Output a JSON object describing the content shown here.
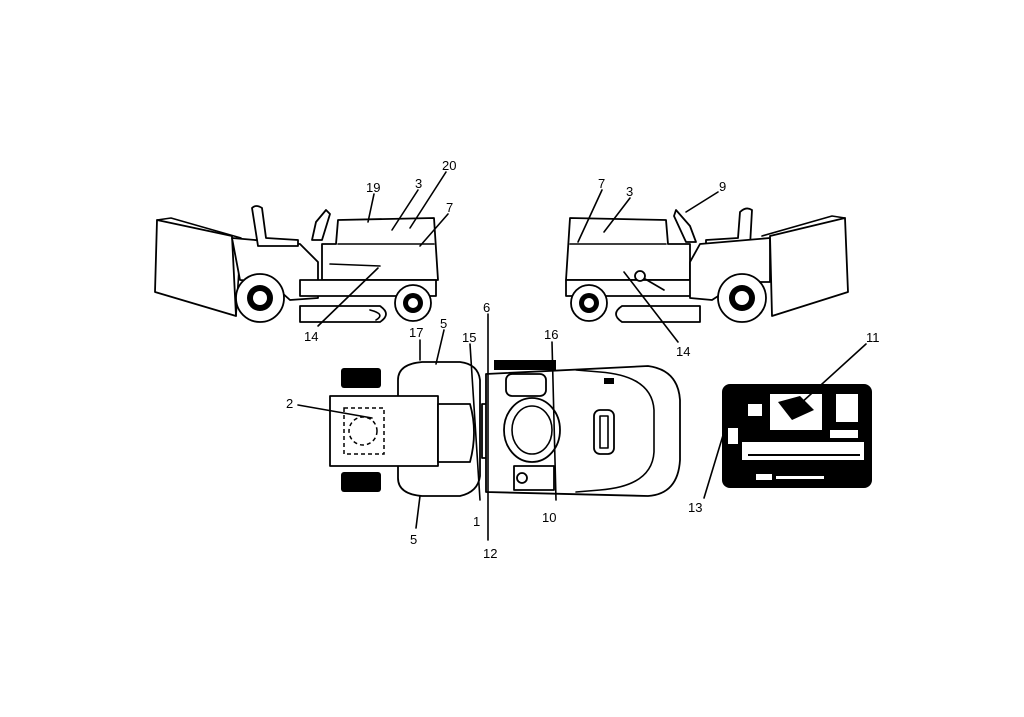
{
  "diagram": {
    "callouts": {
      "left_19": "19",
      "left_3": "3",
      "left_20": "20",
      "left_7": "7",
      "left_14": "14",
      "right_7": "7",
      "right_3": "3",
      "right_9": "9",
      "right_14": "14",
      "top_6": "6",
      "top_17": "17",
      "top_5a": "5",
      "top_15": "15",
      "top_16": "16",
      "top_2": "2",
      "top_1": "1",
      "top_10": "10",
      "top_5b": "5",
      "top_12": "12",
      "panel_11": "11",
      "panel_13": "13"
    }
  }
}
